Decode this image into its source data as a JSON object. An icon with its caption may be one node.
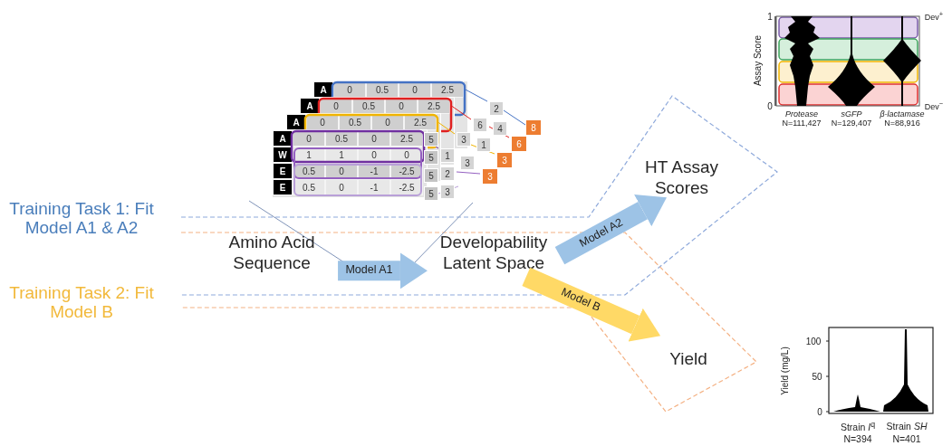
{
  "diagram": {
    "nodes": [
      {
        "text": [
          "Amino Acid Sequence"
        ]
      },
      {
        "text": [
          "Developability Latent Space"
        ]
      },
      {
        "text": [
          "HT Assay Scores"
        ]
      },
      {
        "text": [
          "Yield"
        ]
      }
    ],
    "edges": [
      {
        "from": 0,
        "to": 1,
        "arrow": "to",
        "label": "Model A1"
      },
      {
        "from": 1,
        "to": 2,
        "arrow": "to",
        "label": "Model A2"
      },
      {
        "from": 1,
        "to": 3,
        "arrow": "to",
        "label": "Model B",
        "color": "#ffd966"
      }
    ],
    "labels": [
      "1",
      "Dev$^{+}$",
      "Assay Score",
      "0",
      "Dev$^{−}$",
      "Protease",
      "sGFP",
      "β-lactamase",
      "N=111,427",
      "N=129,407",
      "N=88,916",
      "A",
      "0",
      "0.5",
      "0",
      "2.5",
      "A",
      "0",
      "0.5",
      "0",
      "2.5",
      "A",
      "0",
      "0.5",
      "0",
      "2.5",
      "A",
      "0",
      "0.5",
      "0",
      "2.5",
      "W",
      "1",
      "1",
      "0",
      "0",
      "E",
      "0.5",
      "0",
      "-1",
      "-2.5",
      "E",
      "0.5",
      "0",
      "-1",
      "-2.5",
      "2",
      "6",
      "4",
      "3",
      "1",
      "1",
      "2",
      "3",
      "3",
      "8",
      "6",
      "3",
      "3",
      "5",
      "5",
      "5",
      "5",
      "Training Task 1: Fit Model A1 & A2",
      "Training Task 2: Fit Model B",
      "100",
      "50",
      "0",
      "Yield (mg/L)",
      "Strain *I*$^{q}$",
      "Strain *SH*",
      "N=394",
      "N=401"
    ]
  }
}
